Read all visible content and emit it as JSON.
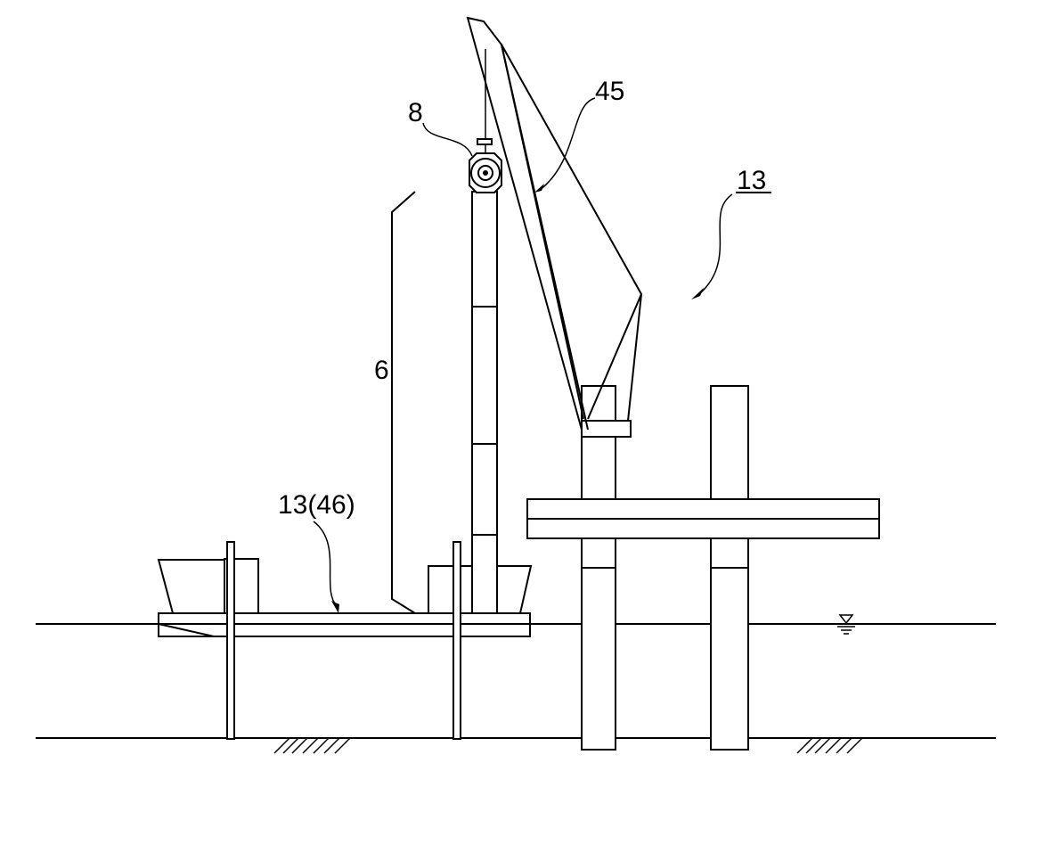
{
  "labels": {
    "winch": "8",
    "boom": "45",
    "vessel": "13",
    "pile": "6",
    "barge": "13(46)"
  }
}
